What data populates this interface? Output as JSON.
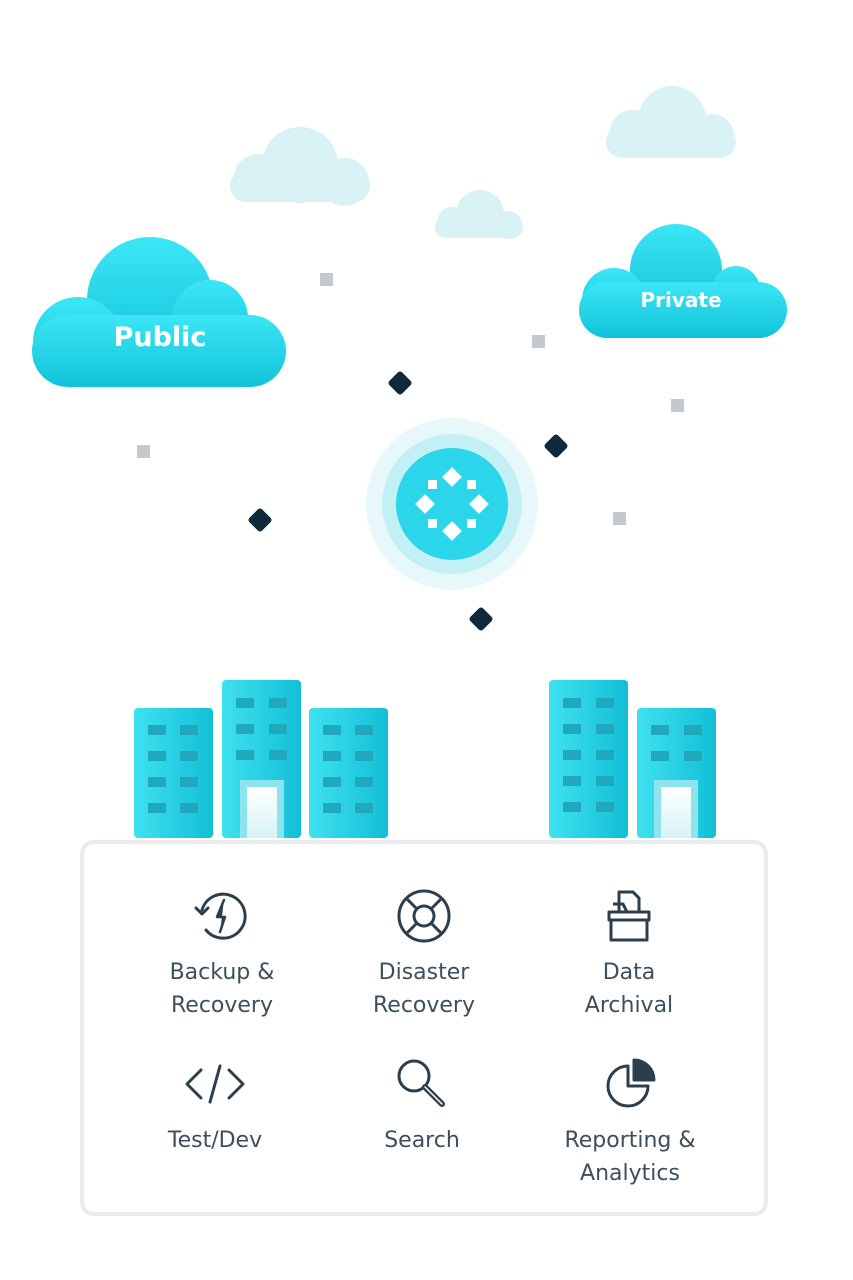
{
  "clouds": {
    "public_label": "Public",
    "private_label": "Private"
  },
  "services": [
    {
      "label": "Backup &\nRecovery",
      "icon": "backup-recovery-icon"
    },
    {
      "label": "Disaster\nRecovery",
      "icon": "lifebuoy-icon"
    },
    {
      "label": "Data\nArchival",
      "icon": "archive-box-icon"
    },
    {
      "label": "Test/Dev",
      "icon": "code-brackets-icon"
    },
    {
      "label": "Search",
      "icon": "magnifier-icon"
    },
    {
      "label": "Reporting &\nAnalytics",
      "icon": "pie-chart-icon"
    }
  ],
  "colors": {
    "cloud": "#1fd0e6",
    "faint_cloud": "#d8f2f5",
    "building": "#22cde3",
    "window": "#20a9bc",
    "diamond": "#0f2a3d",
    "square": "#c4c9ce",
    "text": "#3d4f5c",
    "icon": "#2c3e4c"
  }
}
